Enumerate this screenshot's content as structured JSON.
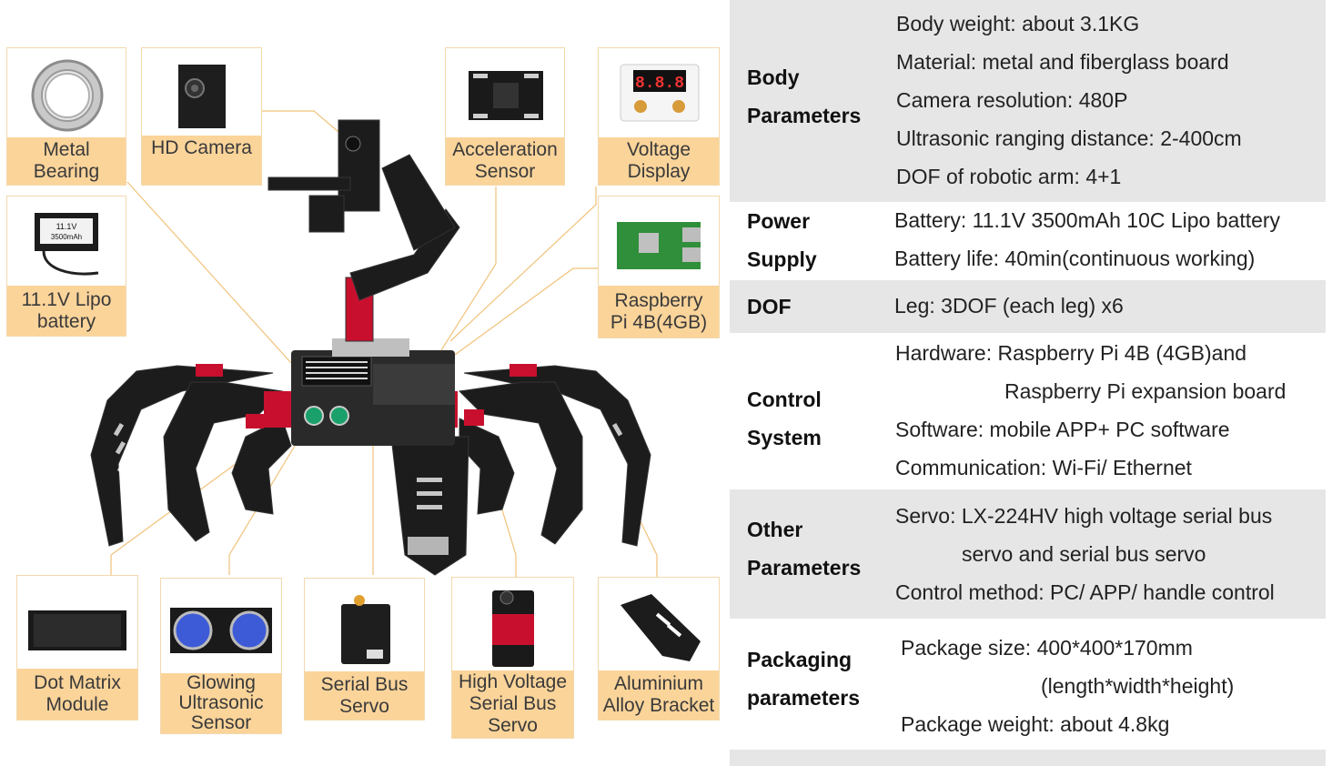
{
  "components": {
    "metal_bearing": "Metal\nBearing",
    "hd_camera": "HD Camera",
    "acceleration_sensor": "Acceleration\nSensor",
    "voltage_display": "Voltage\nDisplay",
    "lipo_battery": "11.1V Lipo\nbattery",
    "battery_sticker": "11.1V",
    "battery_sticker2": "3500mAh",
    "voltage_digits": "8.8.8",
    "raspberry_pi": "Raspberry\nPi 4B(4GB)",
    "dot_matrix": "Dot Matrix\nModule",
    "glowing_ultrasonic": "Glowing\nUltrasonic\nSensor",
    "serial_bus_servo": "Serial Bus\nServo",
    "high_voltage_servo": "High Voltage\nSerial Bus\nServo",
    "aluminium_bracket": "Aluminium\nAlloy Bracket"
  },
  "specs": {
    "body": {
      "head_1": "Body",
      "head_2": "Parameters",
      "lines": [
        "Body weight: about 3.1KG",
        "Material: metal and fiberglass board",
        "Camera resolution: 480P",
        "Ultrasonic ranging distance: 2-400cm",
        "DOF of robotic arm: 4+1"
      ]
    },
    "power": {
      "head_1": "Power",
      "head_2": "Supply",
      "lines": [
        "Battery: 11.1V 3500mAh 10C Lipo battery",
        "Battery life: 40min(continuous working)"
      ]
    },
    "dof": {
      "head_1": "DOF",
      "lines": [
        "Leg: 3DOF (each leg) x6"
      ]
    },
    "control": {
      "head_1": "Control",
      "head_2": "System",
      "lines": [
        "Hardware: Raspberry Pi 4B (4GB)and",
        "Raspberry Pi expansion board",
        "Software: mobile APP+ PC software",
        "Communication:  Wi-Fi/ Ethernet"
      ]
    },
    "other": {
      "head_1": "Other",
      "head_2": "Parameters",
      "lines": [
        "Servo: LX-224HV high voltage serial bus",
        "servo and serial bus servo",
        "Control method: PC/ APP/ handle control"
      ]
    },
    "packaging": {
      "head_1": "Packaging",
      "head_2": "parameters",
      "lines": [
        "Package size: 400*400*170mm",
        "(length*width*height)",
        "Package weight: about 4.8kg"
      ]
    }
  },
  "colors": {
    "label_bg": "#fbd49a",
    "card_border": "#f3d9ad",
    "row_grey": "#e6e6e6",
    "leader_line": "#f0c27a",
    "robot_metal": "#1c1c1c",
    "servo_red": "#c8102e"
  }
}
